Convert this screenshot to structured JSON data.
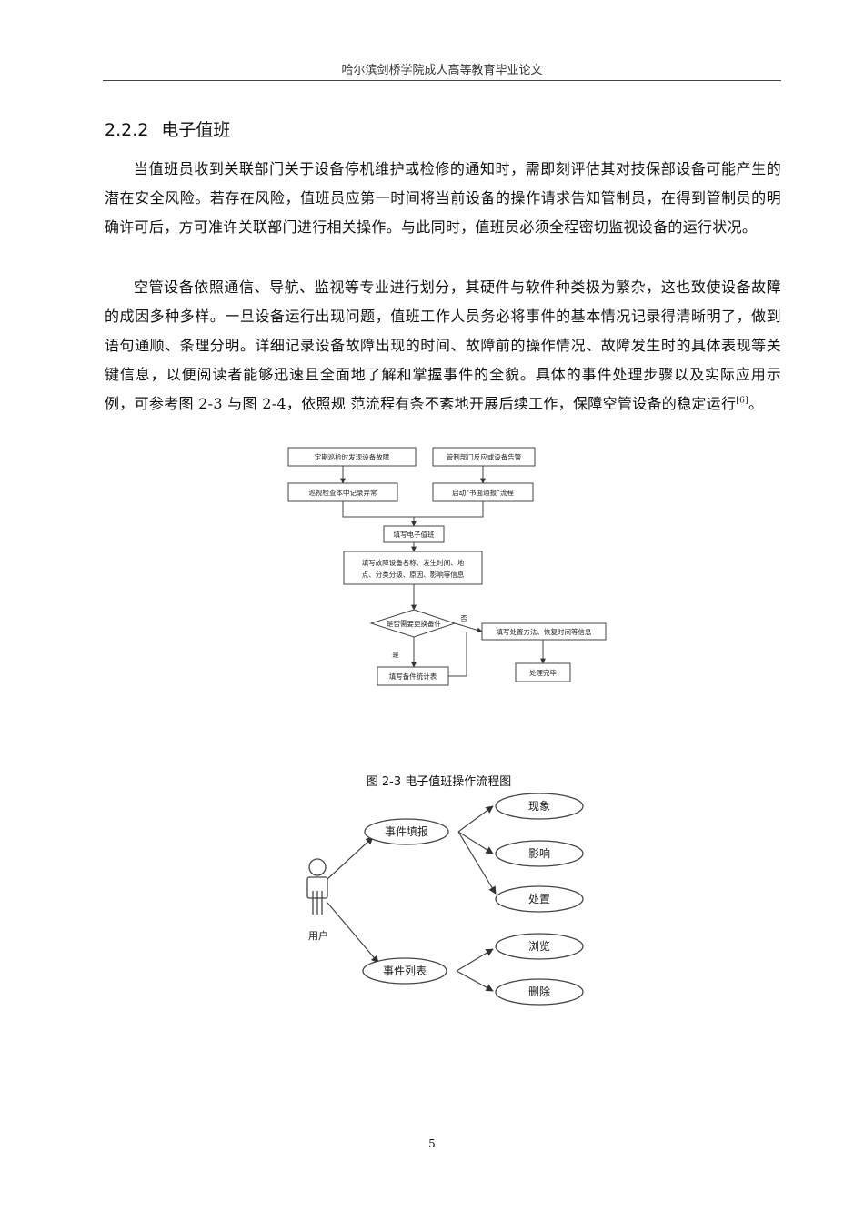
{
  "header": {
    "title": "哈尔滨剑桥学院成人高等教育毕业论文"
  },
  "section": {
    "number": "2.2.2",
    "title": "电子值班"
  },
  "paragraphs": {
    "p1": "当值班员收到关联部门关于设备停机维护或检修的通知时，需即刻评估其对技保部设备可能产生的潜在安全风险。若存在风险，值班员应第一时间将当前设备的操作请求告知管制员，在得到管制员的明确许可后，方可准许关联部门进行相关操作。与此同时，值班员必须全程密切监视设备的运行状况。",
    "p2": "空管设备依照通信、导航、监视等专业进行划分，其硬件与软件种类极为繁杂，这也致使设备故障的成因多种多样。一旦设备运行出现问题，值班工作人员务必将事件的基本情况记录得清晰明了，做到语句通顺、条理分明。详细记录设备故障出现的时间、故障前的操作情况、故障发生时的具体表现等关键信息，以便阅读者能够迅速且全面地了解和掌握事件的全貌。具体的事件处理步骤以及实际应用示例，可参考图 2-3 与图 2-4，依照规 范流程有条不紊地开展后续工作，保障空管设备的稳定运行",
    "p2_ref": "[6]",
    "p2_end": "。"
  },
  "flowchart": {
    "box1": "定期巡检时发现设备故障",
    "box2": "管制部门反应或设备告警",
    "box3": "巡视检查本中记录异常",
    "box4": "启动“书面通报”流程",
    "box5": "填写电子值班",
    "box6_line1": "填写故障设备名称、发生时间、地",
    "box6_line2": "点、分类分级、原因、影响等信息",
    "decision": "是否需要更换备件",
    "yes": "是",
    "no": "否",
    "box7": "填写处置方法、恢复时间等信息",
    "box8": "填写备件统计表",
    "box9": "处理完毕"
  },
  "caption": "图 2-3 电子值班操作流程图",
  "usecase": {
    "actor": "用户",
    "uc1": "事件填报",
    "uc1_children": [
      "现象",
      "影响",
      "处置"
    ],
    "uc2": "事件列表",
    "uc2_children": [
      "浏览",
      "删除"
    ]
  },
  "page_number": "5"
}
